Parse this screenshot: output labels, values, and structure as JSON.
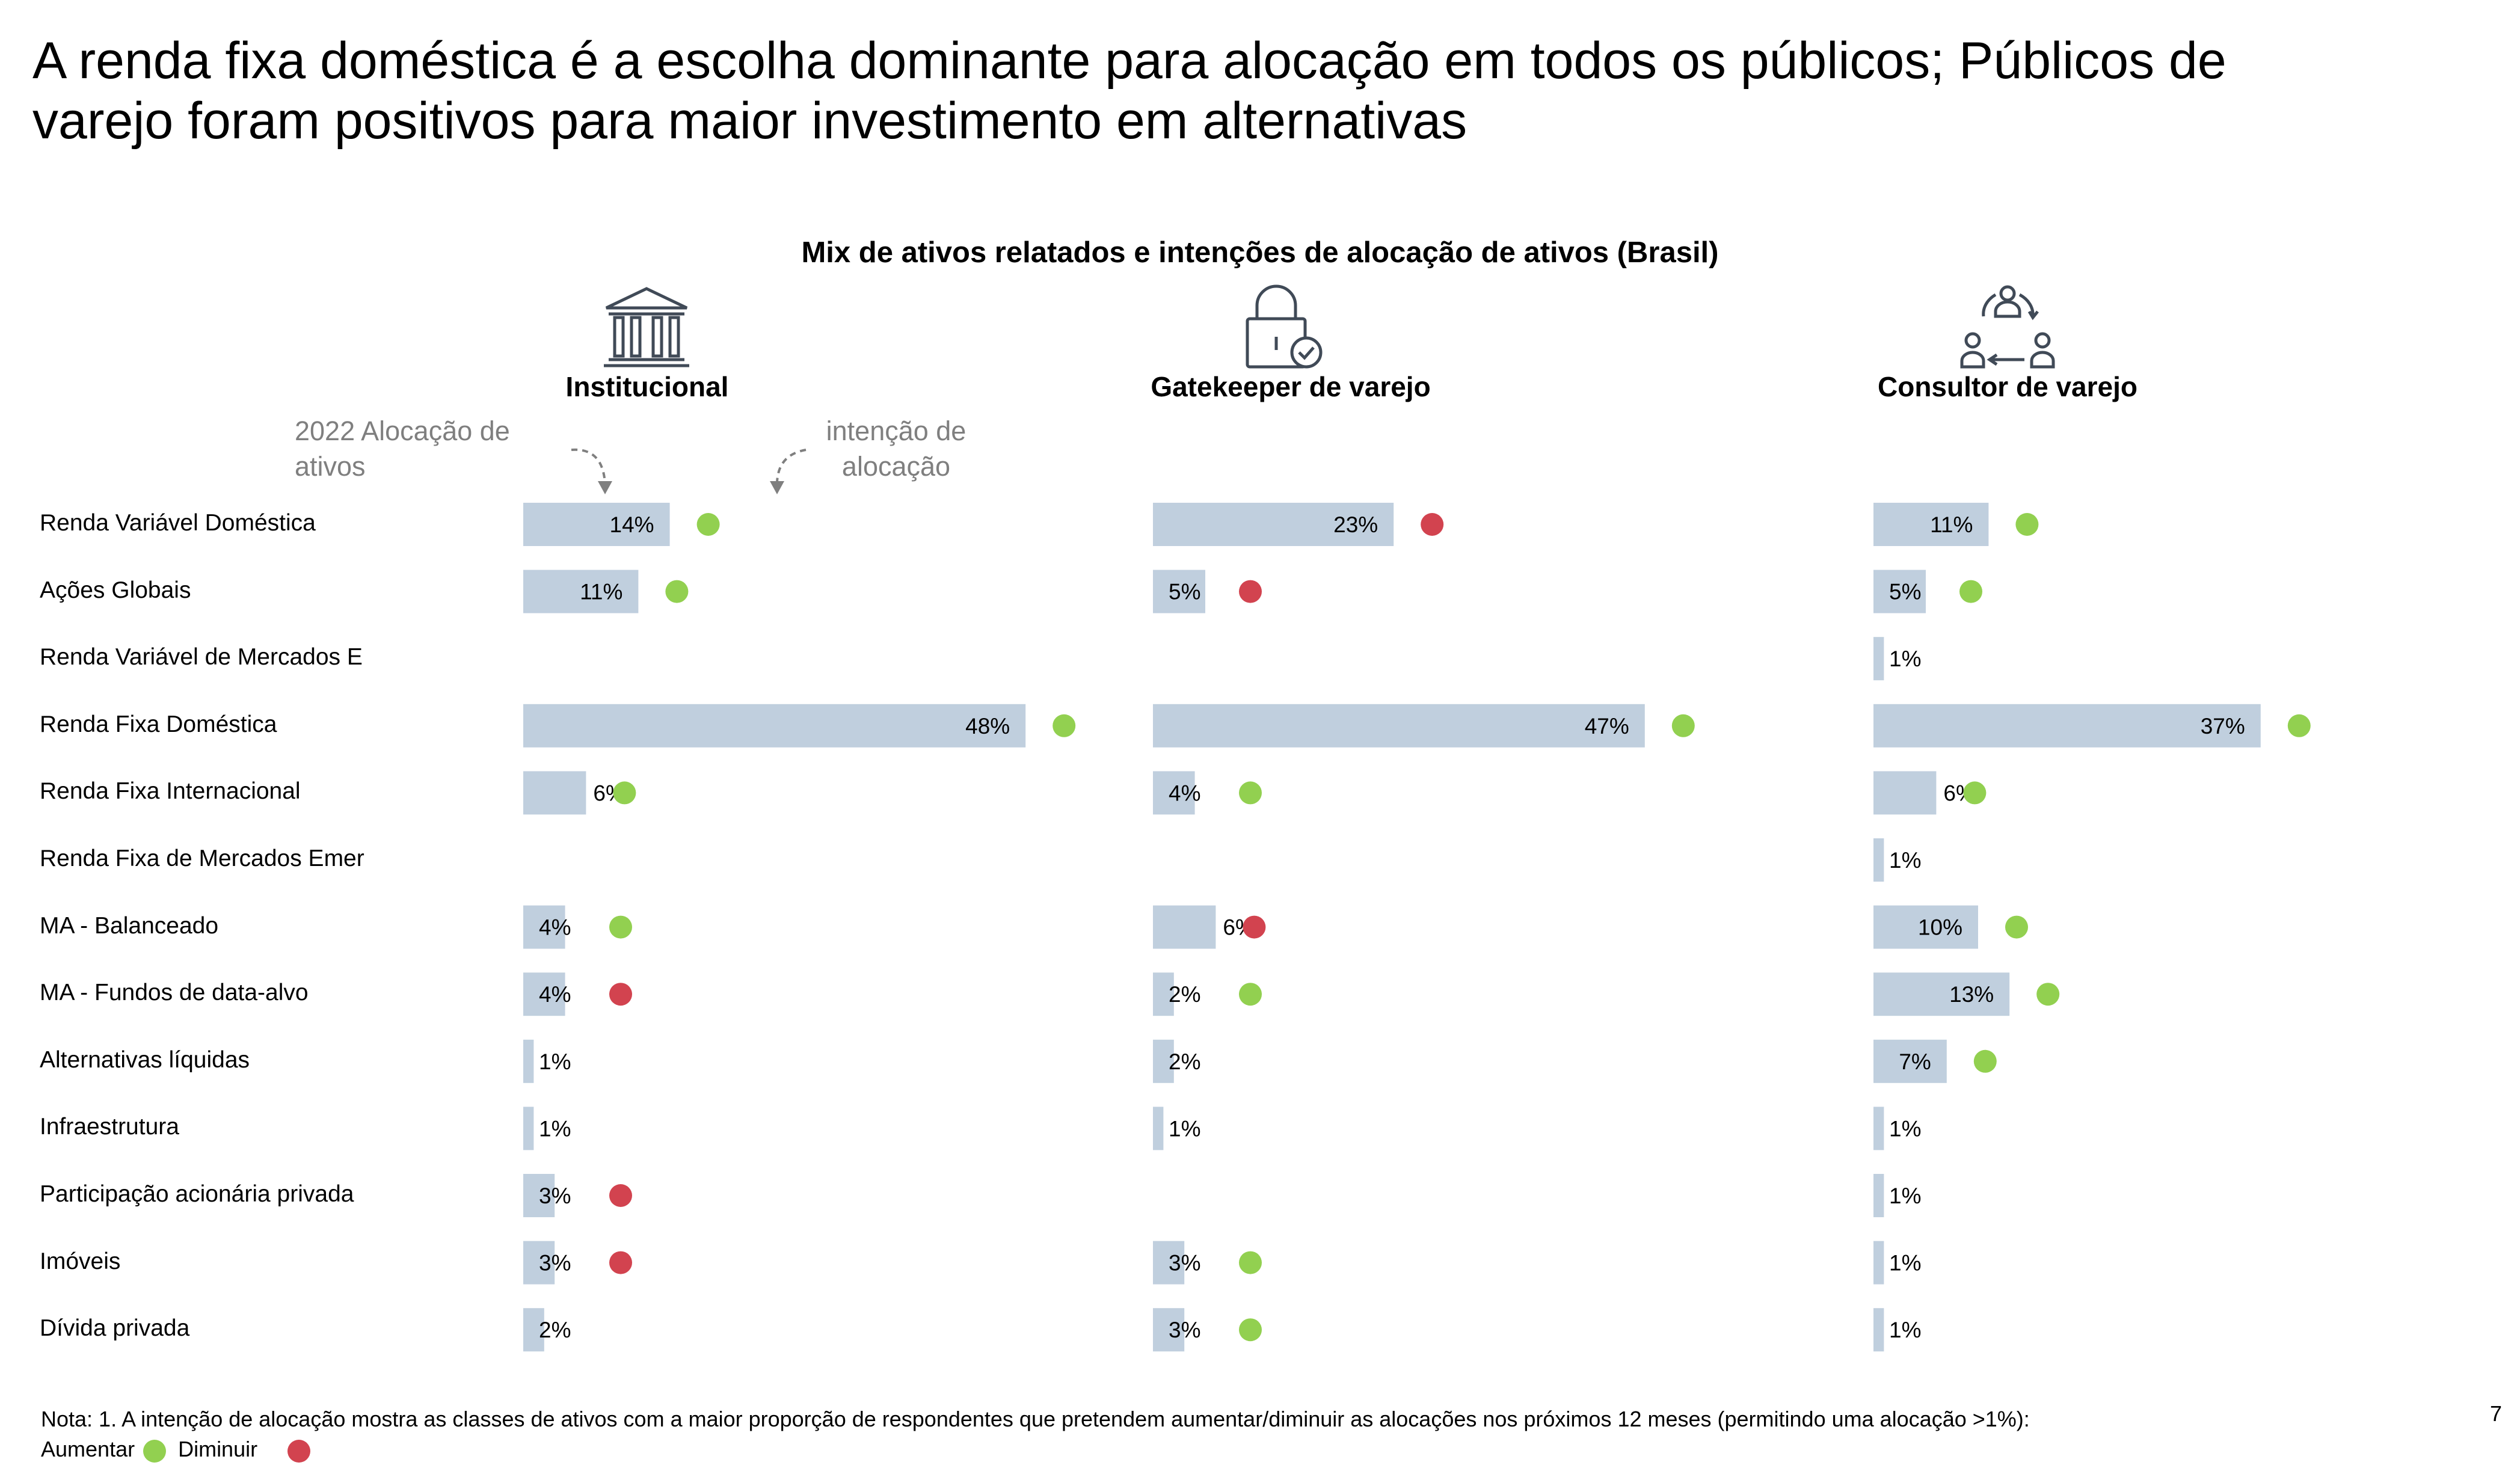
{
  "page": {
    "title": "A renda fixa doméstica é a escolha dominante para alocação em todos os públicos; Públicos de varejo foram positivos para maior investimento em alternativas",
    "page_number": "7"
  },
  "annotations": {
    "allocation_2022": "2022 Alocação de ativos",
    "allocation_intention": "intenção de alocação"
  },
  "footnote": {
    "text": "Nota: 1. A intenção de alocação mostra as classes de ativos com a maior proporção de respondentes que pretendem aumentar/diminuir as alocações nos próximos 12 meses (permitindo uma alocação >1%): Aumentar",
    "decrease_label": "Diminuir"
  },
  "colors": {
    "bar": "#c0cfde",
    "increase": "#92d050",
    "decrease": "#d2434f",
    "icon_stroke": "#404a57"
  },
  "icons": {
    "institutional": "bank-building-icon",
    "gatekeeper": "padlock-check-icon",
    "consultant": "people-cycle-icon"
  },
  "chart_data": {
    "type": "bar",
    "orientation": "horizontal",
    "title": "Mix de ativos relatados e intenções de alocação de ativos (Brasil)",
    "unit": "%",
    "categories": [
      "Renda Variável Doméstica",
      "Ações Globais",
      "Renda Variável de Mercados E",
      "Renda Fixa Doméstica",
      "Renda Fixa Internacional",
      "Renda Fixa de Mercados Emer",
      "MA - Balanceado",
      "MA - Fundos de data-alvo",
      "Alternativas líquidas",
      "Infraestrutura",
      "Participação acionária privada",
      "Imóveis",
      "Dívida privada"
    ],
    "legend": {
      "increase": "Aumentar",
      "decrease": "Diminuir"
    },
    "series": [
      {
        "name": "Institucional",
        "values": [
          14,
          11,
          null,
          48,
          6,
          null,
          4,
          4,
          1,
          1,
          3,
          3,
          2
        ],
        "labels": [
          "14%",
          "11%",
          "",
          "48%",
          "6%",
          "",
          "4%",
          "4%",
          "1%",
          "1%",
          "3%",
          "3%",
          "2%"
        ],
        "intention": [
          "increase",
          "increase",
          null,
          "increase",
          "increase",
          null,
          "increase",
          "decrease",
          null,
          null,
          "decrease",
          "decrease",
          null
        ]
      },
      {
        "name": "Gatekeeper de varejo",
        "values": [
          23,
          5,
          null,
          47,
          4,
          null,
          6,
          2,
          2,
          1,
          null,
          3,
          3
        ],
        "labels": [
          "23%",
          "5%",
          "",
          "47%",
          "4%",
          "",
          "6%",
          "2%",
          "2%",
          "1%",
          "",
          "3%",
          "3%"
        ],
        "intention": [
          "decrease",
          "decrease",
          null,
          "increase",
          "increase",
          null,
          "decrease",
          "increase",
          null,
          null,
          null,
          "increase",
          "increase"
        ]
      },
      {
        "name": "Consultor de varejo",
        "values": [
          11,
          5,
          1,
          37,
          6,
          1,
          10,
          13,
          7,
          1,
          1,
          1,
          1
        ],
        "labels": [
          "11%",
          "5%",
          "1%",
          "37%",
          "6%",
          "1%",
          "10%",
          "13%",
          "7%",
          "1%",
          "1%",
          "1%",
          "1%"
        ],
        "intention": [
          "increase",
          "increase",
          null,
          "increase",
          "increase",
          null,
          "increase",
          "increase",
          "increase",
          null,
          null,
          null,
          null
        ]
      }
    ]
  }
}
